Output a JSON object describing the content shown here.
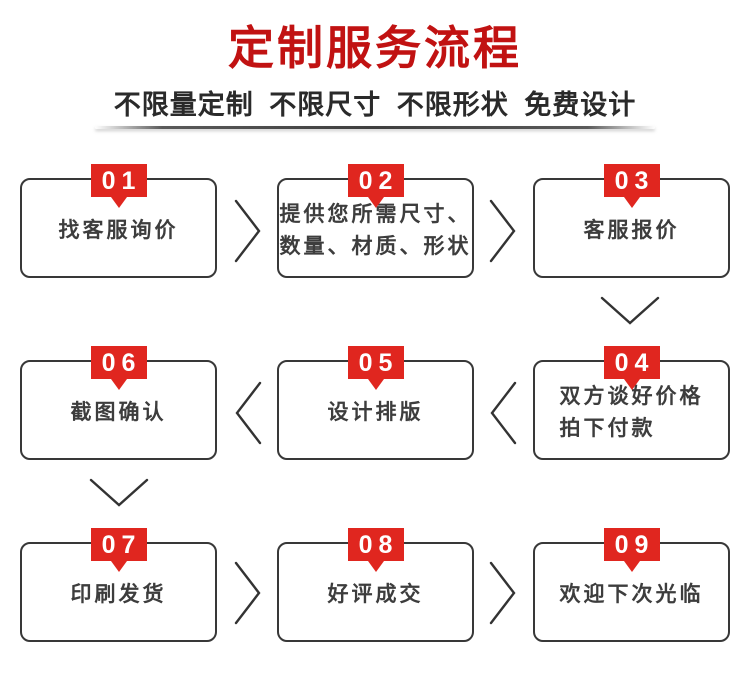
{
  "header": {
    "title": "定制服务流程",
    "subtitle": "不限量定制 不限尺寸 不限形状 免费设计"
  },
  "colors": {
    "title_red": "#c11212",
    "badge_red": "#e0261f",
    "box_border": "#383838",
    "box_text": "#3d3d3d",
    "arrow_stroke": "#333333"
  },
  "steps": [
    {
      "num": "01",
      "label": "找客服询价"
    },
    {
      "num": "02",
      "label": "提供您所需尺寸、\n数量、材质、形状"
    },
    {
      "num": "03",
      "label": "客服报价"
    },
    {
      "num": "04",
      "label": "双方谈好价格\n拍下付款"
    },
    {
      "num": "05",
      "label": "设计排版"
    },
    {
      "num": "06",
      "label": "截图确认"
    },
    {
      "num": "07",
      "label": "印刷发货"
    },
    {
      "num": "08",
      "label": "好评成交"
    },
    {
      "num": "09",
      "label": "欢迎下次光临"
    }
  ],
  "flow": {
    "arrows": [
      {
        "from": "01",
        "to": "02",
        "direction": "right"
      },
      {
        "from": "02",
        "to": "03",
        "direction": "right"
      },
      {
        "from": "03",
        "to": "04",
        "direction": "down"
      },
      {
        "from": "04",
        "to": "05",
        "direction": "left"
      },
      {
        "from": "05",
        "to": "06",
        "direction": "left"
      },
      {
        "from": "06",
        "to": "07",
        "direction": "down"
      },
      {
        "from": "07",
        "to": "08",
        "direction": "right"
      },
      {
        "from": "08",
        "to": "09",
        "direction": "right"
      }
    ]
  }
}
